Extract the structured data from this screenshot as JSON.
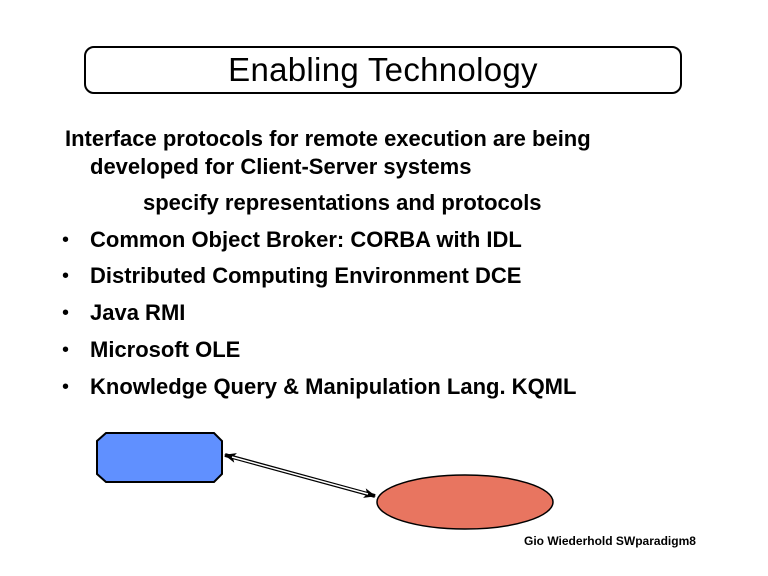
{
  "title": "Enabling Technology",
  "intro_line1": "Interface protocols for remote execution are being",
  "intro_line2": "developed for Client-Server systems",
  "sub_line": "specify representations and protocols",
  "bullets": [
    "Common Object Broker: CORBA with IDL",
    "Distributed Computing Environment DCE",
    "Java RMI",
    "Microsoft OLE",
    "Knowledge Query & Manipulation Lang. KQML"
  ],
  "footer": "Gio Wiederhold SWparadigm8",
  "colors": {
    "client": "#6090ff",
    "server": "#e87560"
  }
}
